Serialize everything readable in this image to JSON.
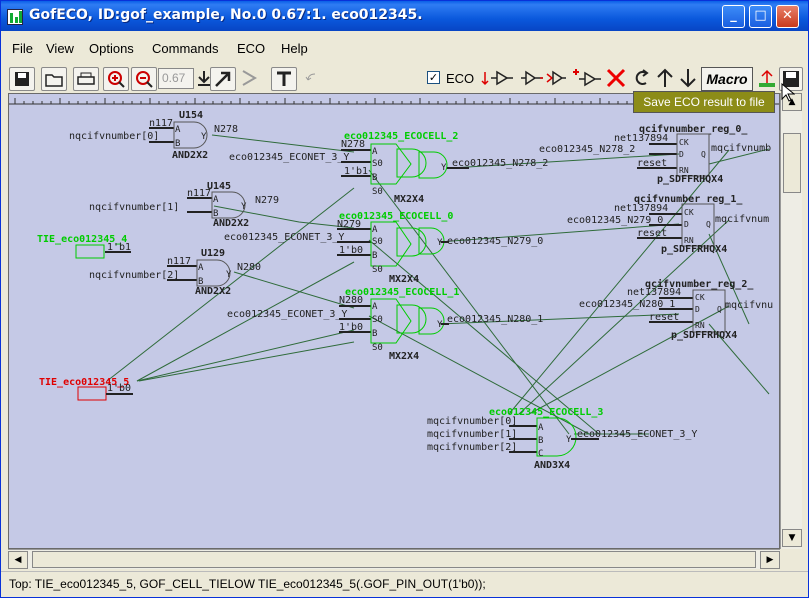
{
  "window": {
    "title": "GofECO, ID:gof_example, No.0 0.67:1.  eco012345."
  },
  "menubar": {
    "items": [
      "File",
      "View",
      "Options",
      "Commands",
      "ECO",
      "Help"
    ]
  },
  "toolbar": {
    "zoom_value": "0.67",
    "eco_label": "ECO",
    "eco_checked": true,
    "macro_label": "Macro",
    "tooltip": "Save ECO result to file"
  },
  "status": {
    "text": "Top: TIE_eco012345_5, GOF_CELL_TIELOW TIE_eco012345_5(.GOF_PIN_OUT(1'b0));"
  },
  "colors": {
    "canvas_bg": "#c5c9e6",
    "eco_green": "#00cc00",
    "tie_red": "#e00000",
    "wire": "#2f6b3a"
  },
  "schematic": {
    "gates": {
      "u154": {
        "name": "U154",
        "type": "AND2X2",
        "pin_a": "A",
        "pin_b": "B",
        "pin_y": "Y",
        "in_a": "nqcifvnumber[0]",
        "in_b": "n117",
        "out": "N278"
      },
      "u145": {
        "name": "U145",
        "type": "AND2X2",
        "pin_a": "A",
        "pin_b": "B",
        "pin_y": "Y",
        "in_a": "nqcifvnumber[1]",
        "in_b": "n117",
        "out": "N279"
      },
      "u129": {
        "name": "U129",
        "type": "AND2X2",
        "pin_a": "A",
        "pin_b": "B",
        "pin_y": "Y",
        "in_a": "nqcifvnumber[2]",
        "in_b": "n117",
        "out": "N280"
      },
      "ecocell2": {
        "name": "eco012345_ECOCELL_2",
        "type": "MX2X4",
        "pin_a": "A",
        "pin_b": "B",
        "pin_s0": "S0",
        "pin_y": "Y",
        "in_a": "N278",
        "in_sel": "eco012345_ECONET_3_Y",
        "in_b": "1'b1",
        "out": "eco012345_N278_2"
      },
      "ecocell0": {
        "name": "eco012345_ECOCELL_0",
        "type": "MX2X4",
        "pin_a": "A",
        "pin_b": "B",
        "pin_s0": "S0",
        "pin_y": "Y",
        "in_a": "N279",
        "in_sel": "eco012345_ECONET_3_Y",
        "in_b": "1'b0",
        "out": "eco012345_N279_0"
      },
      "ecocell1": {
        "name": "eco012345_ECOCELL_1",
        "type": "MX2X4",
        "pin_a": "A",
        "pin_b": "B",
        "pin_s0": "S0",
        "pin_y": "Y",
        "in_a": "N280",
        "in_sel": "eco012345_ECONET_3_Y",
        "in_b": "1'b0",
        "out": "eco012345_N280_1"
      },
      "ecocell3": {
        "name": "eco012345_ECOCELL_3",
        "type": "AND3X4",
        "pin_a": "A",
        "pin_b": "B",
        "pin_c": "C",
        "pin_y": "Y",
        "in_a": "mqcifvnumber[0]",
        "in_b": "mqcifvnumber[1]",
        "in_c": "mqcifvnumber[2]",
        "out": "eco012345_ECONET_3_Y"
      }
    },
    "flops": {
      "reg0": {
        "name": "qcifvnumber_reg_0_",
        "type": "p_SDFFRHQX4",
        "clk": "net137894",
        "d": "eco012345_N278_2",
        "rst": "reset",
        "q": "mqcifvnumb",
        "pin_ck": "CK",
        "pin_d": "D",
        "pin_rn": "RN",
        "pin_q": "Q"
      },
      "reg1": {
        "name": "qcifvnumber_reg_1_",
        "type": "p_SDFFRHQX4",
        "clk": "net137894",
        "d": "eco012345_N279_0",
        "rst": "reset",
        "q": "mqcifvnum",
        "pin_ck": "CK",
        "pin_d": "D",
        "pin_rn": "RN",
        "pin_q": "Q"
      },
      "reg2": {
        "name": "qcifvnumber_reg_2_",
        "type": "p_SDFFRHQX4",
        "clk": "net137894",
        "d": "eco012345_N280_1",
        "rst": "reset",
        "q": "mqcifvnu",
        "pin_ck": "CK",
        "pin_d": "D",
        "pin_rn": "RN",
        "pin_q": "Q"
      }
    },
    "ties": {
      "tie4": {
        "name": "TIE_eco012345_4",
        "value": "1'b1"
      },
      "tie5": {
        "name": "TIE_eco012345_5",
        "value": "1'b0"
      }
    }
  }
}
